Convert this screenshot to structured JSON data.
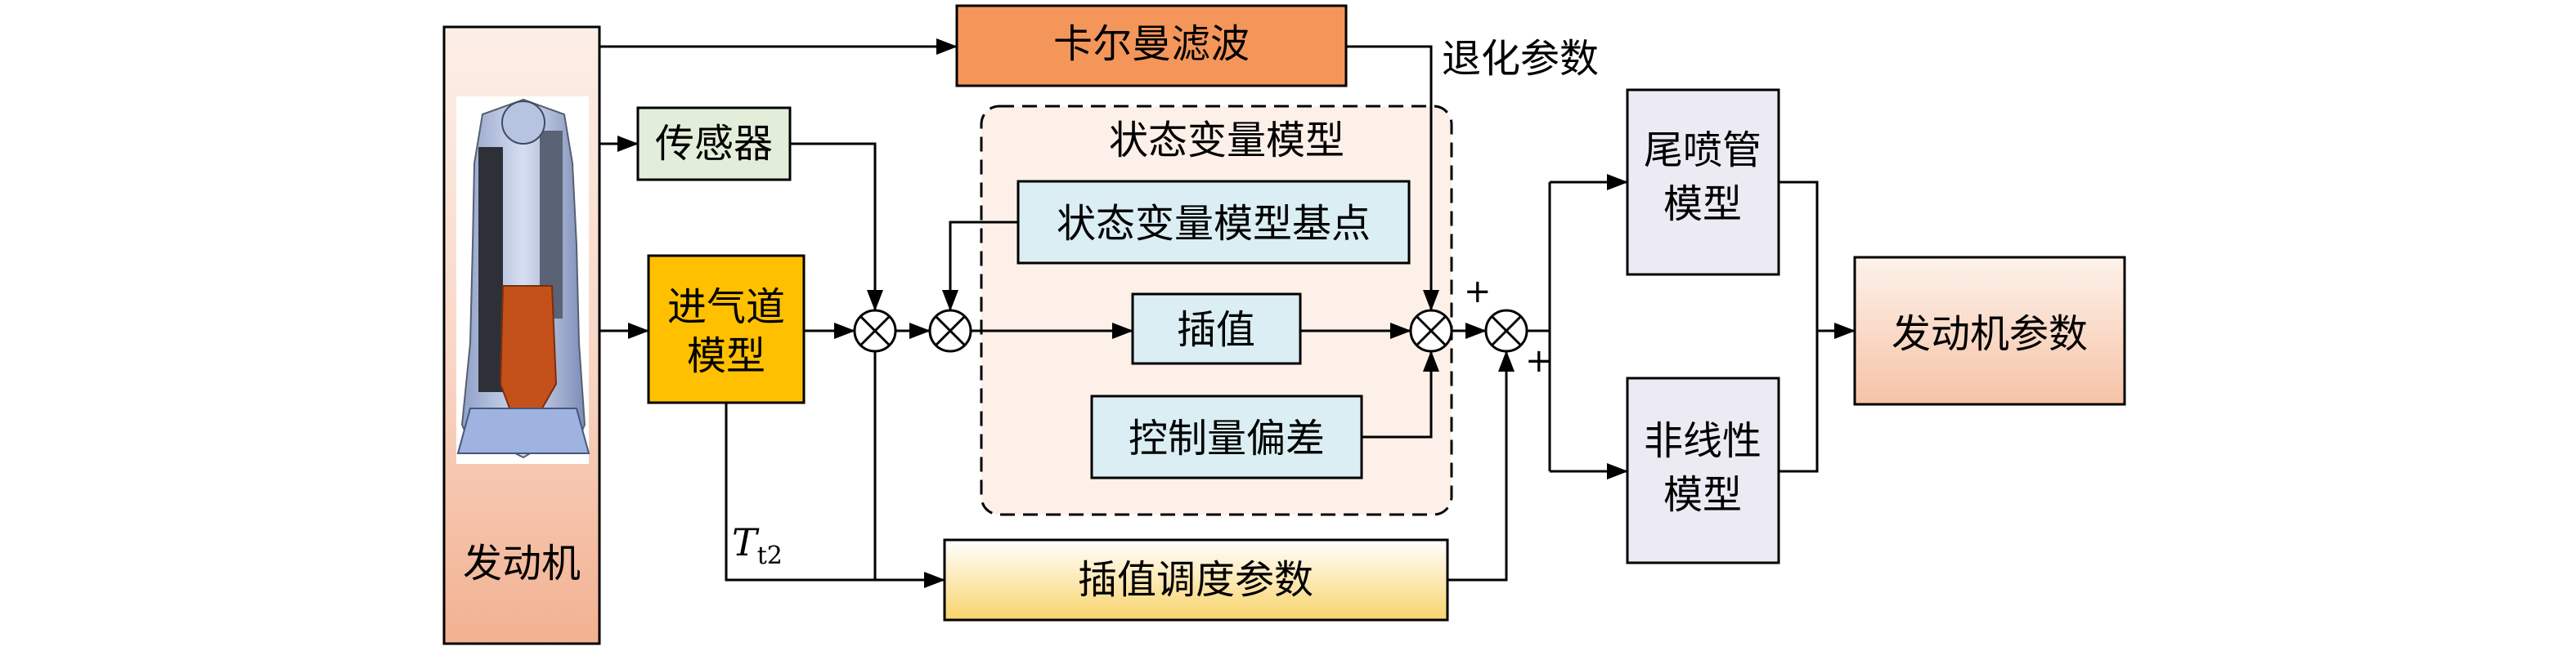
{
  "blocks": {
    "engine": "发动机",
    "kalman": "卡尔曼滤波",
    "sensor": "传感器",
    "inlet": [
      "进气道",
      "模型"
    ],
    "svm_group": "状态变量模型",
    "svm_base": "状态变量模型基点",
    "interp": "插值",
    "ctrl_dev": "控制量偏差",
    "sched": "插值调度参数",
    "nozzle": [
      "尾喷管",
      "模型"
    ],
    "nonlinear": [
      "非线性",
      "模型"
    ],
    "output": "发动机参数"
  },
  "labels": {
    "degradation": "退化参数",
    "tt2_main": "T",
    "tt2_sub": "t2",
    "plus_top": "+",
    "plus_bottom": "+"
  },
  "colors": {
    "kalman_fill": "#F4965A",
    "sensor_fill": "#E2EEDA",
    "inlet_fill": "#FFC000",
    "light_blue_fill": "#DAEEF3",
    "grey_fill": "#ECEBF3",
    "svm_group_fill": "#FDF0E8",
    "sched_gradient": [
      "#FFFFFF",
      "#FCE9B5",
      "#F7D46A"
    ],
    "engine_gradient": [
      "#FCEFE7",
      "#F8D6C5",
      "#F2B191"
    ]
  }
}
